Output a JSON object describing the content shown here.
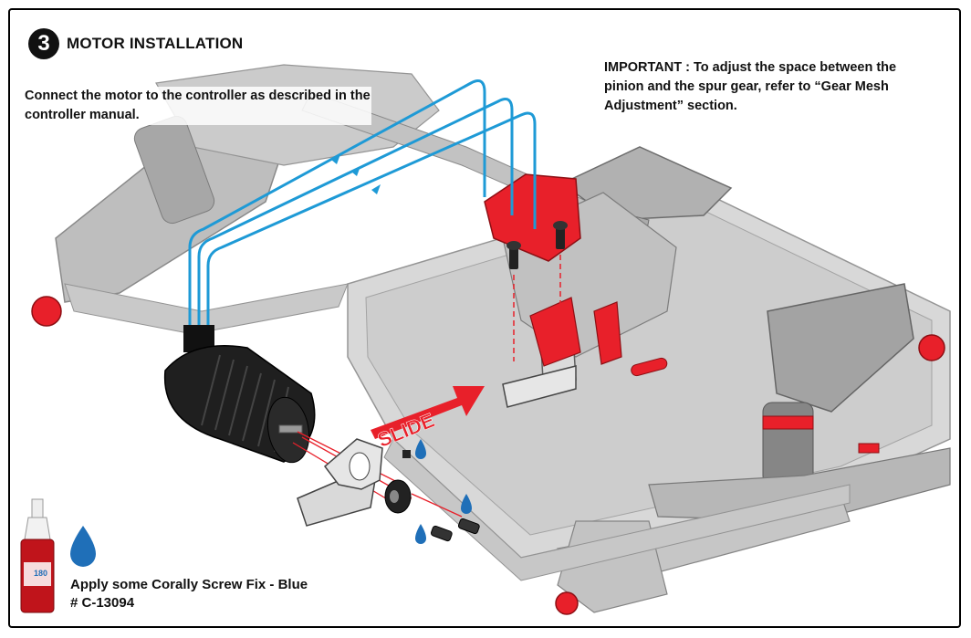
{
  "step": {
    "number": "3",
    "title": "MOTOR INSTALLATION"
  },
  "notes": {
    "left": "Connect the motor to the controller as described in the controller manual.",
    "right": "IMPORTANT : To adjust the space between the pinion and the spur gear, refer to “Gear Mesh Adjustment” section."
  },
  "arrow_label": "SLIDE",
  "screw_fix": {
    "line1": "Apply some Corally Screw Fix - Blue",
    "line2": "# C-13094",
    "bottle_label": "180"
  },
  "colors": {
    "wire": "#1e9ad6",
    "red_part": "#e8202a",
    "chassis": "#bdbdbd",
    "drop": "#1f6fb8"
  }
}
